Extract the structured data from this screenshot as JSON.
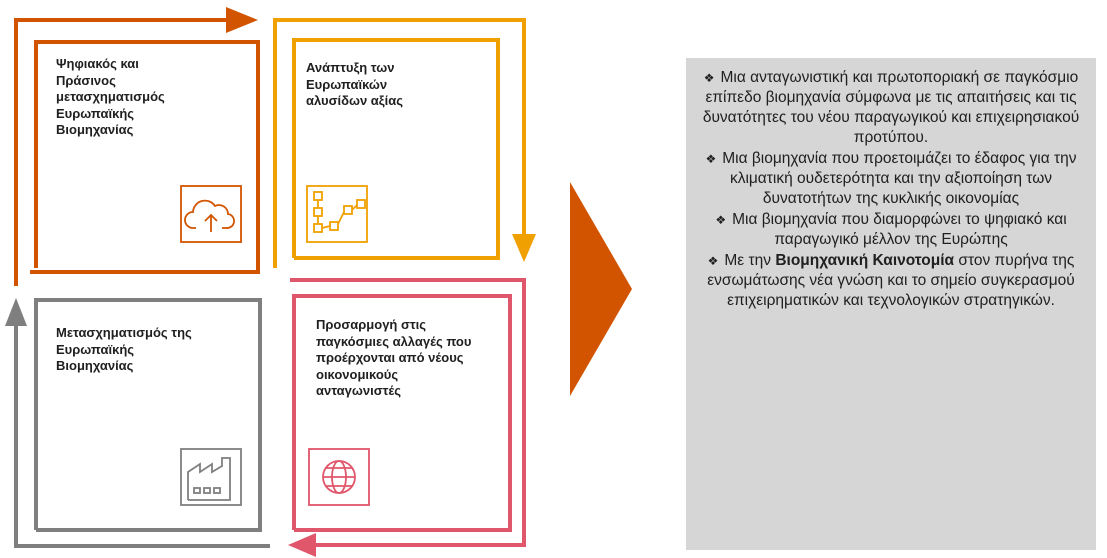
{
  "quadrants": {
    "top_left": {
      "lines": [
        "Ψηφιακός και",
        "Πράσινος",
        "μετασχηματισμός",
        "Ευρωπαϊκής",
        "Βιομηχανίας"
      ],
      "icon": "cloud-upload-icon",
      "color": "#d35400"
    },
    "top_right": {
      "lines": [
        "Ανάπτυξη των",
        "Ευρωπαϊκών",
        "αλυσίδων αξίας"
      ],
      "icon": "value-chain-icon",
      "color": "#f0a000"
    },
    "bottom_left": {
      "lines": [
        "Μετασχηματισμός της",
        "Ευρωπαϊκής",
        "Βιομηχανίας"
      ],
      "icon": "factory-icon",
      "color": "#7f7f7f"
    },
    "bottom_right": {
      "lines": [
        "Προσαρμογή στις",
        "παγκόσμιες αλλαγές που",
        "προέρχονται από νέους",
        "οικονομικούς",
        "ανταγωνιστές"
      ],
      "icon": "globe-icon",
      "color": "#e0566a"
    }
  },
  "arrow_color": "#d35400",
  "panel": {
    "bullet_symbol": "❖",
    "bullets": [
      {
        "text": "Μια ανταγωνιστική και πρωτοποριακή σε παγκόσμιο επίπεδο βιομηχανία σύμφωνα με τις απαιτήσεις και τις δυνατότητες του νέου παραγωγικού και επιχειρησιακού προτύπου."
      },
      {
        "text": "Μια βιομηχανία που προετοιμάζει το έδαφος για την κλιματική ουδετερότητα και την αξιοποίηση των δυνατοτήτων της κυκλικής οικονομίας"
      },
      {
        "text": "Μια βιομηχανία που διαμορφώνει το ψηφιακό και παραγωγικό μέλλον της Ευρώπης"
      },
      {
        "prefix": "Με την ",
        "bold": "Βιομηχανική Καινοτομία",
        "suffix": " στον πυρήνα της ενσωμάτωσης νέα γνώση και το σημείο συγκερασμού επιχειρηματικών και τεχνολογικών στρατηγικών."
      }
    ]
  }
}
